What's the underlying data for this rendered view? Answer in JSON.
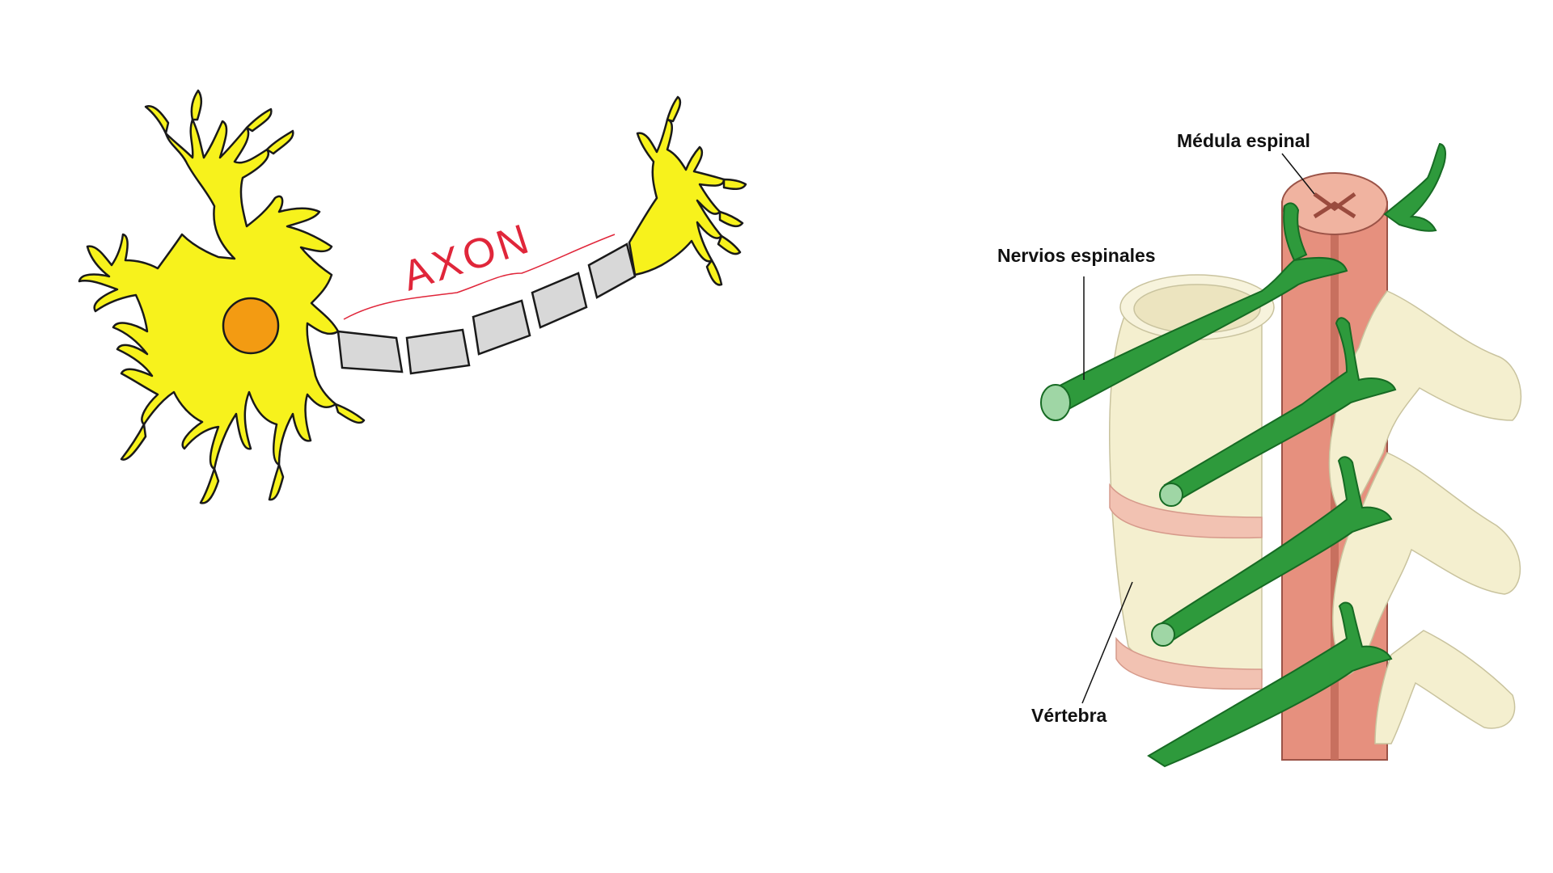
{
  "neuron": {
    "axon_label": "AXON",
    "colors": {
      "body": "#f7f21c",
      "nucleus": "#f39b12",
      "myelin": "#d8d8d8",
      "label": "#e0263a"
    }
  },
  "spine": {
    "labels": {
      "spinal_cord": "Médula espinal",
      "spinal_nerves": "Nervios espinales",
      "vertebra": "Vértebra"
    },
    "colors": {
      "bone": "#f4efcf",
      "cord": "#e6907e",
      "nerve": "#2e9a3c",
      "disc": "#f2c2b2"
    }
  }
}
